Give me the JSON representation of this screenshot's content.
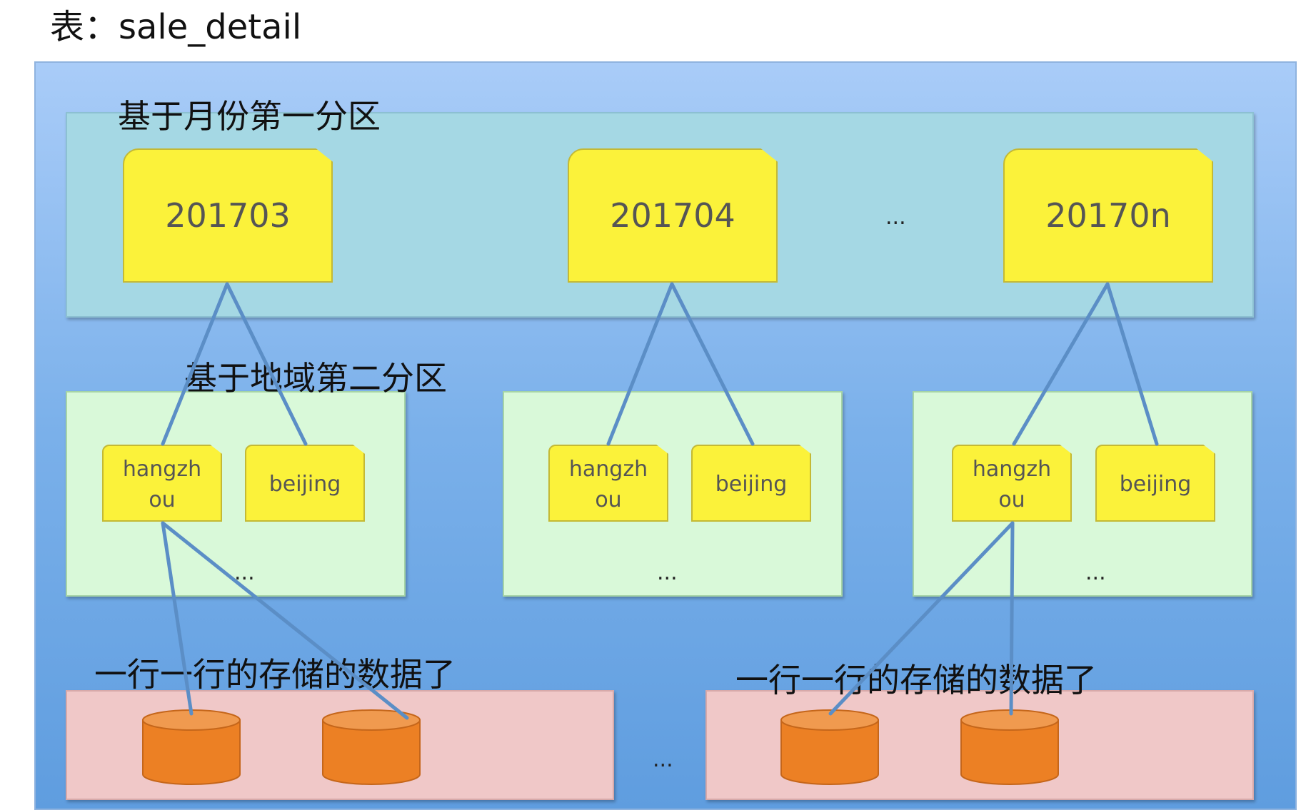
{
  "title": "表：sale_detail",
  "month_partition_label": "基于月份第一分区",
  "geo_partition_label": "基于地域第二分区",
  "storage_label": "一行一行的存储的数据了",
  "months": [
    "201703",
    "201704",
    "20170n"
  ],
  "months_ellipsis": "...",
  "regions": [
    {
      "city1": "hangzh\nou",
      "city2": "beijing",
      "more": "..."
    },
    {
      "city1": "hangzh\nou",
      "city2": "beijing",
      "more": "..."
    },
    {
      "city1": "hangzh\nou",
      "city2": "beijing",
      "more": "..."
    }
  ],
  "storage_ellipsis": "...",
  "colors": {
    "outer_top": "#a9ccf8",
    "outer_bottom": "#5f9ddf",
    "month_region": "#a5d8e4",
    "geo_region": "#d9f9d9",
    "storage_region": "#f0c8c8",
    "card": "#fbf23a",
    "cylinder": "#ec8024",
    "connector": "#5b8ec6"
  }
}
